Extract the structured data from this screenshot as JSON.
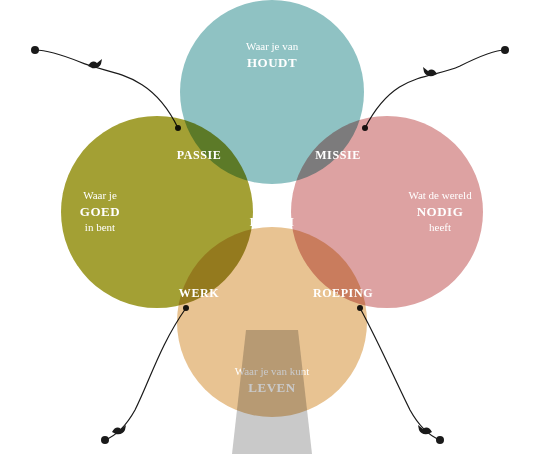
{
  "diagram": {
    "nodes": [
      {
        "text": [
          "Waar je van",
          "HOUDT"
        ]
      },
      {
        "text": [
          "Waar je",
          "GOED",
          "in bent"
        ]
      },
      {
        "text": [
          "Wat de wereld",
          "NODIG",
          "heeft"
        ]
      },
      {
        "text": [
          "Waar je van kunt",
          "LEVEN"
        ]
      }
    ],
    "labels": [
      "PASSIE",
      "MISSIE",
      "IKIGAI",
      "WERK",
      "ROEPING"
    ]
  }
}
